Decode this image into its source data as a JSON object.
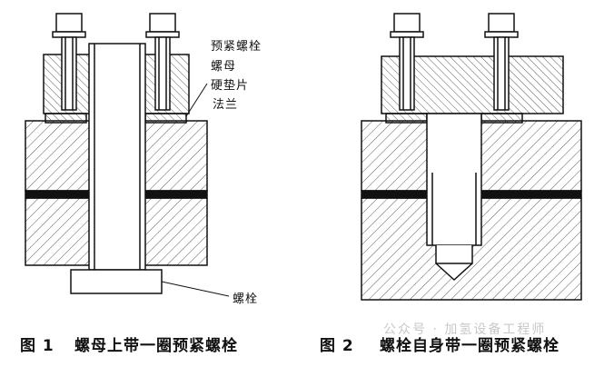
{
  "figure1": {
    "labels": {
      "preload_bolt": "预紧螺栓",
      "nut": "螺母",
      "hard_washer": "硬垫片",
      "flange": "法兰",
      "bolt": "螺栓"
    },
    "caption_number": "图 1",
    "caption_text": "螺母上带一圈预紧螺栓"
  },
  "figure2": {
    "caption_number": "图 2",
    "caption_text": "螺栓自身带一圈预紧螺栓"
  },
  "watermark": "公众号 · 加氢设备工程师"
}
